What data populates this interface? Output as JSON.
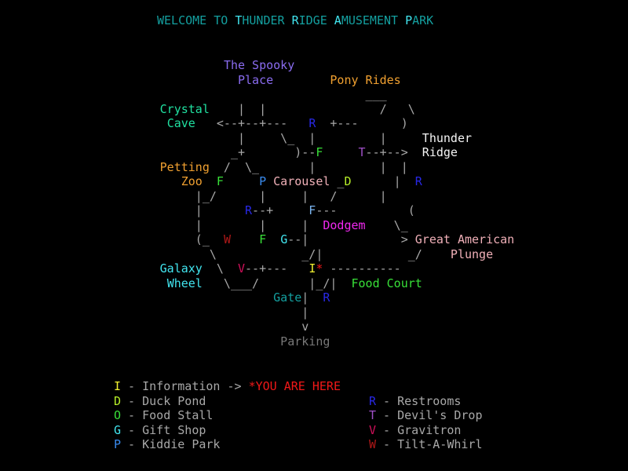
{
  "title": {
    "parts": [
      {
        "text": "WELCOME TO ",
        "color": "teal"
      },
      {
        "text": "T",
        "color": "cyan"
      },
      {
        "text": "HUNDER ",
        "color": "teal"
      },
      {
        "text": "R",
        "color": "cyan"
      },
      {
        "text": "IDGE ",
        "color": "teal"
      },
      {
        "text": "A",
        "color": "cyan"
      },
      {
        "text": "MUSEMENT ",
        "color": "teal"
      },
      {
        "text": "P",
        "color": "cyan"
      },
      {
        "text": "ARK",
        "color": "teal"
      }
    ]
  },
  "colors": {
    "bg": "#000000",
    "gray": "#a8a8a8",
    "teal": "#14a0a0",
    "cyan": "#42e6f0",
    "purple": "#8a6cf0",
    "orange": "#f0a030",
    "green_teal": "#20e0a0",
    "white": "#f5f5f5",
    "green": "#38e038",
    "blue": "#2828e6",
    "blue_bright": "#3a8cf0",
    "light_blue": "#7ab4f0",
    "pink": "#f0b0b8",
    "magenta": "#f028f0",
    "yellow": "#f0f030",
    "lime": "#b8f028",
    "red": "#f01818",
    "dark_red": "#b01818",
    "crimson": "#d0105a",
    "violet": "#a050c8",
    "dim_gray": "#787878"
  },
  "map": {
    "lines": [
      [
        {
          "t": "                              ",
          "c": "gray"
        },
        {
          "t": "The Spooky",
          "c": "purple"
        }
      ],
      [
        {
          "t": "                                ",
          "c": "gray"
        },
        {
          "t": "Place",
          "c": "purple"
        },
        {
          "t": "        ",
          "c": "gray"
        },
        {
          "t": "Pony Rides",
          "c": "orange"
        }
      ],
      [
        {
          "t": "                                                  ___",
          "c": "gray"
        }
      ],
      [
        {
          "t": "                     ",
          "c": "gray"
        },
        {
          "t": "Crystal",
          "c": "green_teal"
        },
        {
          "t": "    |  |                /   \\",
          "c": "gray"
        }
      ],
      [
        {
          "t": "                      ",
          "c": "gray"
        },
        {
          "t": "Cave",
          "c": "green_teal"
        },
        {
          "t": "   <--+--+---   ",
          "c": "gray"
        },
        {
          "t": "R",
          "c": "blue"
        },
        {
          "t": "  +---      )",
          "c": "gray"
        }
      ],
      [
        {
          "t": "                                |     \\_  |         |     ",
          "c": "gray"
        },
        {
          "t": "Thunder",
          "c": "white"
        }
      ],
      [
        {
          "t": "                               _+       )--",
          "c": "gray"
        },
        {
          "t": "F",
          "c": "green"
        },
        {
          "t": "     ",
          "c": "gray"
        },
        {
          "t": "T",
          "c": "violet"
        },
        {
          "t": "--+-->  ",
          "c": "gray"
        },
        {
          "t": "Ridge",
          "c": "white"
        }
      ],
      [
        {
          "t": "                     ",
          "c": "gray"
        },
        {
          "t": "Petting",
          "c": "orange"
        },
        {
          "t": "  /  \\_       |         |  |",
          "c": "gray"
        }
      ],
      [
        {
          "t": "                        ",
          "c": "gray"
        },
        {
          "t": "Zoo",
          "c": "orange"
        },
        {
          "t": "  ",
          "c": "gray"
        },
        {
          "t": "F",
          "c": "green"
        },
        {
          "t": "     ",
          "c": "gray"
        },
        {
          "t": "P",
          "c": "blue_bright"
        },
        {
          "t": " ",
          "c": "gray"
        },
        {
          "t": "Carousel",
          "c": "pink"
        },
        {
          "t": " _",
          "c": "gray"
        },
        {
          "t": "D",
          "c": "lime"
        },
        {
          "t": "      |  ",
          "c": "gray"
        },
        {
          "t": "R",
          "c": "blue"
        }
      ],
      [
        {
          "t": "                          |_/      |     |   /      |",
          "c": "gray"
        }
      ],
      [
        {
          "t": "                          |      ",
          "c": "gray"
        },
        {
          "t": "R",
          "c": "blue"
        },
        {
          "t": "--+     ",
          "c": "gray"
        },
        {
          "t": "F",
          "c": "light_blue"
        },
        {
          "t": "---          (",
          "c": "gray"
        }
      ],
      [
        {
          "t": "                          |        |     |  ",
          "c": "gray"
        },
        {
          "t": "Dodgem",
          "c": "magenta"
        },
        {
          "t": "    \\_",
          "c": "gray"
        }
      ],
      [
        {
          "t": "                          (_  ",
          "c": "gray"
        },
        {
          "t": "W",
          "c": "dark_red"
        },
        {
          "t": "    ",
          "c": "gray"
        },
        {
          "t": "F",
          "c": "green"
        },
        {
          "t": "  ",
          "c": "gray"
        },
        {
          "t": "G",
          "c": "cyan"
        },
        {
          "t": "--|             > ",
          "c": "gray"
        },
        {
          "t": "Great American",
          "c": "pink"
        }
      ],
      [
        {
          "t": "                            \\            _/|            _/    ",
          "c": "gray"
        },
        {
          "t": "Plunge",
          "c": "pink"
        }
      ],
      [
        {
          "t": "                     ",
          "c": "gray"
        },
        {
          "t": "Galaxy",
          "c": "cyan"
        },
        {
          "t": "  \\  ",
          "c": "gray"
        },
        {
          "t": "V",
          "c": "crimson"
        },
        {
          "t": "--+---   ",
          "c": "gray"
        },
        {
          "t": "I",
          "c": "yellow"
        },
        {
          "t": "*",
          "c": "red"
        },
        {
          "t": " ----------",
          "c": "gray"
        }
      ],
      [
        {
          "t": "                      ",
          "c": "gray"
        },
        {
          "t": "Wheel",
          "c": "cyan"
        },
        {
          "t": "   \\___/       |_/|  ",
          "c": "gray"
        },
        {
          "t": "Food Court",
          "c": "green"
        }
      ],
      [
        {
          "t": "                                     ",
          "c": "teal"
        },
        {
          "t": "Gate",
          "c": "teal"
        },
        {
          "t": "|  ",
          "c": "gray"
        },
        {
          "t": "R",
          "c": "blue"
        }
      ],
      [
        {
          "t": "                                         |",
          "c": "gray"
        }
      ],
      [
        {
          "t": "                                         v",
          "c": "gray"
        }
      ],
      [
        {
          "t": "                                      ",
          "c": "gray"
        },
        {
          "t": "Parking",
          "c": "dim_gray"
        }
      ]
    ]
  },
  "legend": {
    "left": [
      [
        {
          "t": "I",
          "c": "yellow"
        },
        {
          "t": " - Information -> ",
          "c": "gray"
        },
        {
          "t": "*YOU ARE HERE",
          "c": "red"
        }
      ],
      [
        {
          "t": "D",
          "c": "lime"
        },
        {
          "t": " - Duck Pond",
          "c": "gray"
        }
      ],
      [
        {
          "t": "O",
          "c": "green"
        },
        {
          "t": " - Food Stall",
          "c": "gray"
        }
      ],
      [
        {
          "t": "G",
          "c": "cyan"
        },
        {
          "t": " - Gift Shop",
          "c": "gray"
        }
      ],
      [
        {
          "t": "P",
          "c": "blue_bright"
        },
        {
          "t": " - Kiddie Park",
          "c": "gray"
        }
      ]
    ],
    "right": [
      [],
      [
        {
          "t": "R",
          "c": "blue"
        },
        {
          "t": " - Restrooms",
          "c": "gray"
        }
      ],
      [
        {
          "t": "T",
          "c": "violet"
        },
        {
          "t": " - Devil's Drop",
          "c": "gray"
        }
      ],
      [
        {
          "t": "V",
          "c": "crimson"
        },
        {
          "t": " - Gravitron",
          "c": "gray"
        }
      ],
      [
        {
          "t": "W",
          "c": "dark_red"
        },
        {
          "t": " - Tilt-A-Whirl",
          "c": "gray"
        }
      ]
    ]
  }
}
